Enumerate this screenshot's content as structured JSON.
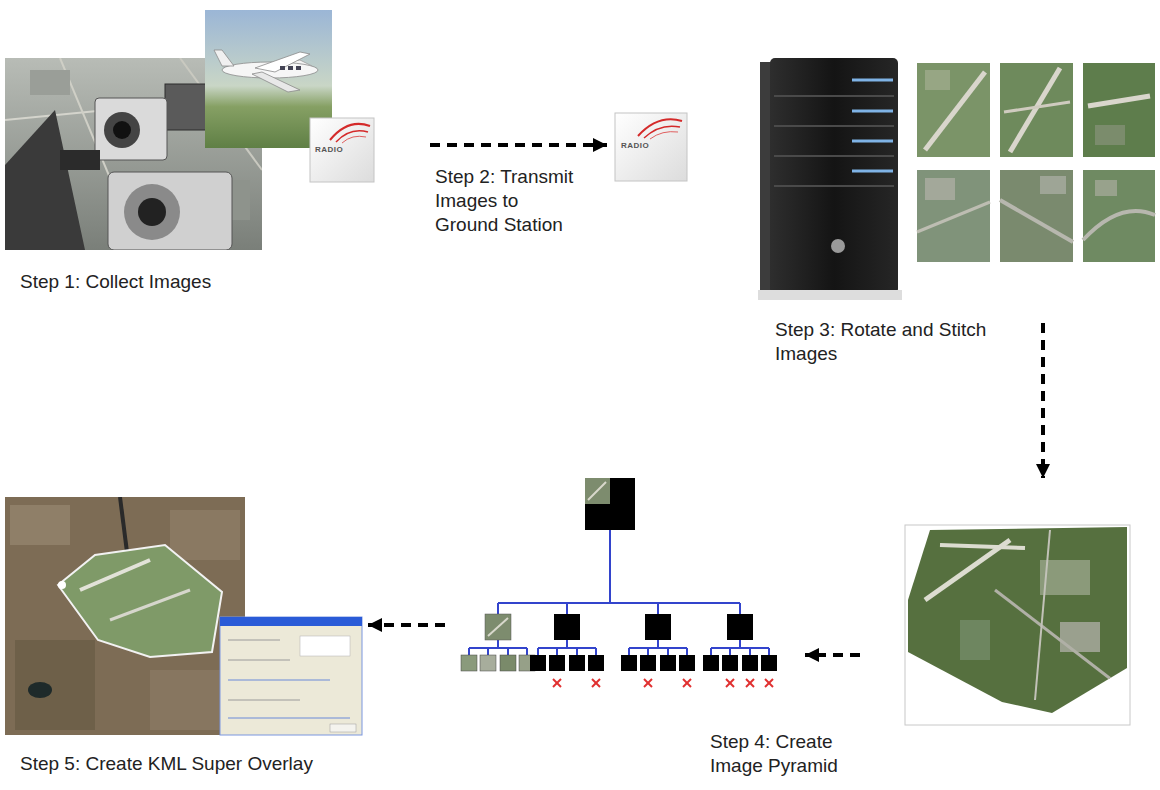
{
  "diagram": {
    "nodes": [
      {
        "text": [
          "Step 1: Collect Images"
        ]
      },
      {
        "text": [
          "Step 2: Transmit Images to Ground Station"
        ]
      },
      {
        "text": [
          "Step 3: Rotate and Stitch Images"
        ]
      },
      {
        "text": [
          "Step 4: Create Image Pyramid"
        ]
      },
      {
        "text": [
          "Step 5: Create KML Super Overlay"
        ]
      }
    ],
    "edges": [
      {
        "from": 0,
        "to": 1,
        "arrow": "to"
      },
      {
        "from": 2,
        "to": 3,
        "arrow": "to"
      },
      {
        "from": 3,
        "to": 4,
        "arrow": "to"
      }
    ],
    "labels": [
      "RADIO",
      "RADIO"
    ]
  }
}
